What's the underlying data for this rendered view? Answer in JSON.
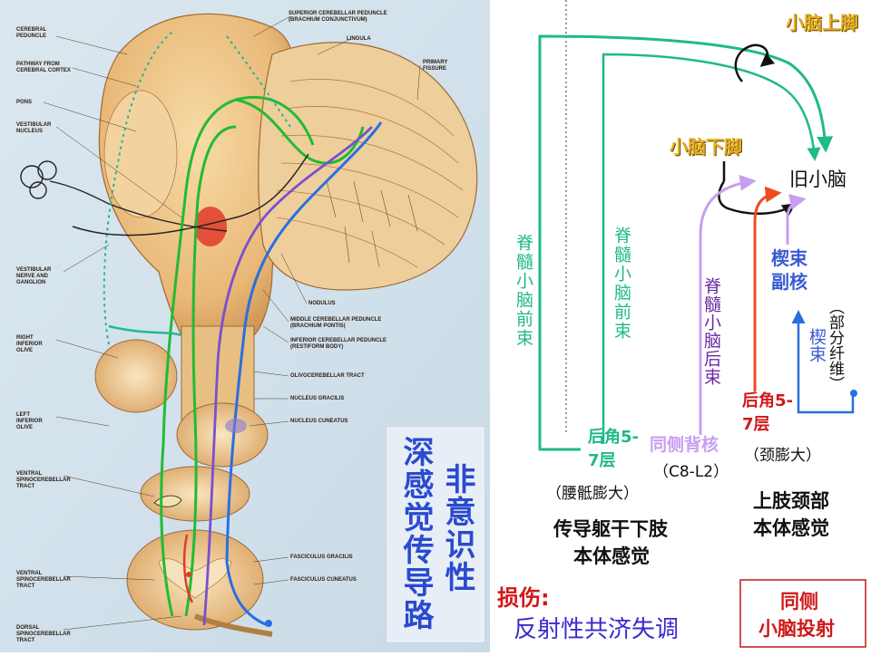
{
  "atlas": {
    "labels": {
      "cerebral_peduncle": "CEREBRAL\nPEDUNCLE",
      "pathway_cortex": "PATHWAY FROM\nCEREBRAL CORTEX",
      "pons": "PONS",
      "vestibular_nucleus": "VESTIBULAR\nNUCLEUS",
      "vestibular_nerve": "VESTIBULAR\nNERVE AND\nGANGLION",
      "right_inferior_olive": "RIGHT\nINFERIOR\nOLIVE",
      "left_inferior_olive": "LEFT\nINFERIOR\nOLIVE",
      "ventral_spinocerebellar_1": "VENTRAL\nSPINOCEREBELLAR\nTRACT",
      "ventral_spinocerebellar_2": "VENTRAL\nSPINOCEREBELLAR\nTRACT",
      "dorsal_spinocerebellar": "DORSAL\nSPINOCEREBELLAR\nTRACT",
      "superior_peduncle": "SUPERIOR CEREBELLAR PEDUNCLE\n(BRACHIUM CONJUNCTIVUM)",
      "lingula": "LINGULA",
      "primary_fissure": "PRIMARY\nFISSURE",
      "nodulus": "NODULUS",
      "middle_peduncle": "MIDDLE CEREBELLAR PEDUNCLE\n(BRACHIUM PONTIS)",
      "inferior_peduncle": "INFERIOR CEREBELLAR PEDUNCLE\n(RESTIFORM BODY)",
      "olivocerebellar": "OLIVOCEREBELLAR TRACT",
      "nucleus_gracilis": "NUCLEUS GRACILIS",
      "nucleus_cuneatus": "NUCLEUS CUNEATUS",
      "fasciculus_gracilis": "FASCICULUS GRACILIS",
      "fasciculus_cuneatus": "FASCICULUS CUNEATUS"
    },
    "title_left": "深感觉传导路",
    "title_right": "非意识性"
  },
  "diagram": {
    "sup_peduncle": "小脑上脚",
    "inf_peduncle": "小脑下脚",
    "paleocerebellum": "旧小脑",
    "ant_tract_1": "脊髓小脑前束",
    "ant_tract_2": "脊髓小脑前束",
    "post_tract": "脊髓小脑后束",
    "cuneate_acc_nucleus": "楔束副核",
    "partial_fibers": "（部分纤维）",
    "cuneate_fasc": "楔束",
    "dorsal_horn_1": "后角5-7层",
    "dorsal_horn_2": "后角5-7层",
    "clarke_nucleus": "同侧背核",
    "c8_l2": "（C8-L2）",
    "lumbosacral": "（腰骶膨大）",
    "cervical": "（颈膨大）",
    "trunk_limb_1": "传导躯干下肢",
    "trunk_limb_2": "本体感觉",
    "upper_limb_1": "上肢颈部",
    "upper_limb_2": "本体感觉",
    "injury_label": "损伤:",
    "ataxia": "反射性共济失调",
    "ipsilateral_1": "同侧",
    "ipsilateral_2": "小脑投射"
  },
  "colors": {
    "green": "#1fb98a",
    "lilac": "#c79ef0",
    "red": "#f04a20",
    "blue": "#2a6fe0",
    "blue_text": "#3a5bd0",
    "yellow": "#e8b020",
    "purple_text": "#6a2aa0",
    "red_text": "#d01818",
    "atlas_green": "#22bb33",
    "atlas_purple": "#7a4fd0"
  }
}
